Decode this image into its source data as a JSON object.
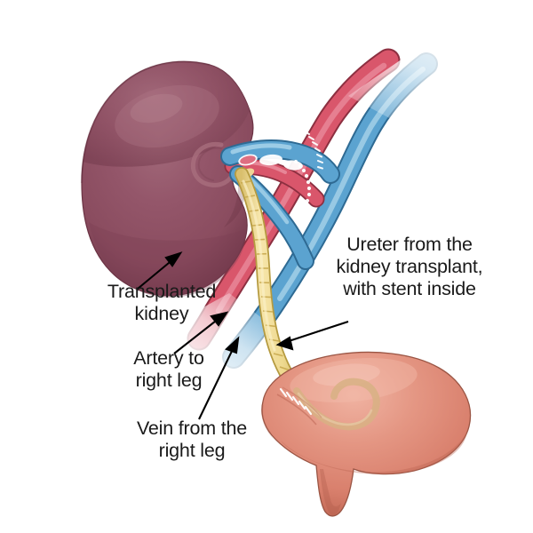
{
  "figure": {
    "title": "Kidney transplant with ureteric stent",
    "background_color": "#ffffff"
  },
  "labels": {
    "transplanted_kidney": "Transplanted\nkidney",
    "artery_right_leg": "Artery to\nright leg",
    "vein_right_leg": "Vein from the\nright leg",
    "ureter_stent": "Ureter from the\nkidney transplant,\nwith stent inside"
  },
  "anatomy": {
    "kidney": {
      "name": "Transplanted kidney",
      "color": "#8e4a5e",
      "highlight_color": "#a8687a",
      "shadow_color": "#6d3548",
      "hilum_color": "#9d5f70"
    },
    "bladder": {
      "name": "Bladder",
      "color": "#de8b79",
      "highlight_color": "#ecab9b",
      "shadow_color": "#c06d5c",
      "outline_color": "#9a5544"
    },
    "artery": {
      "name": "Iliac artery",
      "color": "#d9566b",
      "outline_color": "#8c2f40",
      "highlight_color": "#e8879a"
    },
    "vein": {
      "name": "Iliac vein",
      "color": "#5ba3d0",
      "outline_color": "#2e6a93",
      "highlight_color": "#97c9e5"
    },
    "ureter": {
      "name": "Ureter with stent inside",
      "color": "#f2dd9a",
      "outline_color": "#b59a3f",
      "segment_color": "#c8a94e"
    },
    "stent_coil": {
      "name": "Stent pigtail coil in bladder",
      "color": "#d8b184"
    },
    "sutures": {
      "name": "Surgical sutures",
      "color": "#ffffff",
      "bladder_suture_color": "#ffffff"
    }
  },
  "annotations": [
    {
      "name": "transplanted-kidney",
      "target": "kidney lower pole"
    },
    {
      "name": "artery-to-right-leg",
      "target": "iliac artery distal"
    },
    {
      "name": "vein-from-right-leg",
      "target": "iliac vein distal"
    },
    {
      "name": "ureter-with-stent",
      "target": "ureter mid shaft"
    }
  ]
}
